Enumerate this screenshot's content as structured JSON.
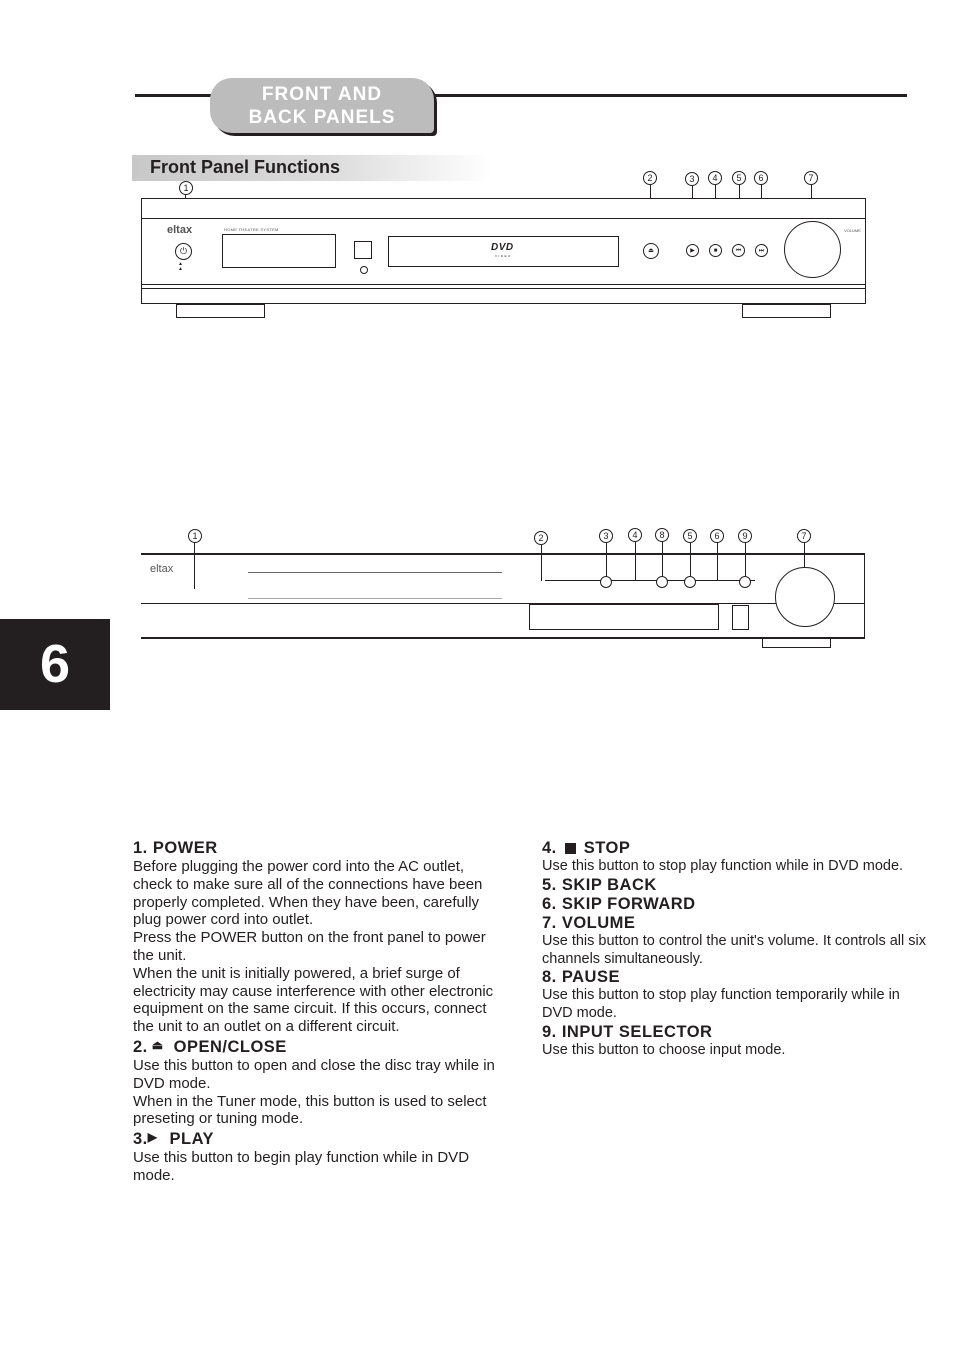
{
  "header": {
    "title_line1": "FRONT AND",
    "title_line2": "BACK PANELS",
    "section_title": "Front Panel Functions"
  },
  "front_panel": {
    "brand": "eltax",
    "model_text": "HOME THEATRE SYSTEM",
    "disc_logo": "DVD",
    "disc_logo_sub": "VIDEO",
    "volume_label": "VOLUME",
    "power_icon": "power-icon",
    "callouts": [
      "1",
      "2",
      "3",
      "4",
      "5",
      "6",
      "7"
    ]
  },
  "back_panel": {
    "brand": "eltax",
    "callouts": [
      "1",
      "2",
      "3",
      "4",
      "8",
      "5",
      "6",
      "9",
      "7"
    ]
  },
  "chapter_number": "6",
  "functions": {
    "power": {
      "heading": "1. POWER",
      "body": [
        "Before  plugging  the  power cord into the AC outlet, check to make sure all of the connections have been properly completed. When they have been, carefully plug power cord into outlet.",
        "Press  the  POWER  button on the front panel to power the unit.",
        "When the unit is initially powered, a brief surge of electricity may cause interference with other electronic equipment on the same circuit. If this occurs, connect the unit to an outlet on a different circuit."
      ]
    },
    "open_close": {
      "number": "2.",
      "label": "OPEN/CLOSE",
      "icon": "eject-icon",
      "body": [
        "Use this button to open and close the disc tray while in DVD mode.",
        "When in the Tuner mode, this button is used to select preseting or tuning mode."
      ]
    },
    "play": {
      "number": "3.",
      "label": "PLAY",
      "icon": "play-icon",
      "body": [
        "Use this button to begin play function while in DVD mode."
      ]
    },
    "stop": {
      "number": "4.",
      "label": "STOP",
      "icon": "stop-icon",
      "body": [
        "Use this button to stop play function while in DVD mode."
      ]
    },
    "skip_back": {
      "heading": "5. SKIP BACK"
    },
    "skip_forward": {
      "heading": "6. SKIP FORWARD"
    },
    "volume": {
      "heading": "7. VOLUME",
      "body": [
        "Use  this  button  to  control  the  unit's volume. It controls all six channels simultaneously."
      ]
    },
    "pause": {
      "heading": "8. PAUSE",
      "body": [
        "Use this button to stop play function temporarily while in DVD mode."
      ]
    },
    "input_selector": {
      "heading": "9. INPUT SELECTOR",
      "body": [
        "Use this button to choose input mode."
      ]
    }
  }
}
